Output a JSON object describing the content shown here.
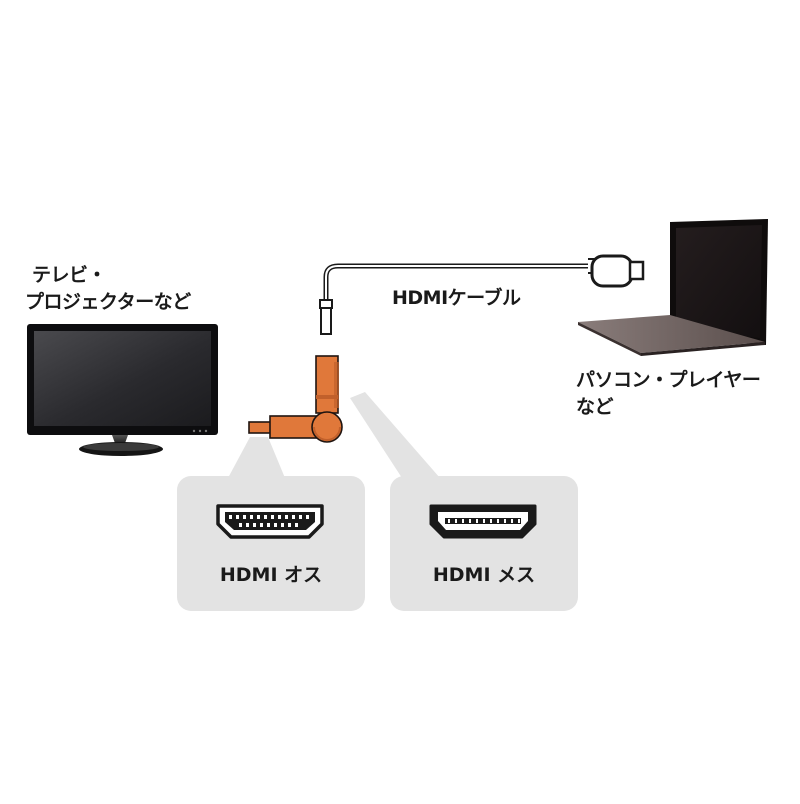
{
  "labels": {
    "tv_line1": "テレビ・",
    "tv_line2": "プロジェクターなど",
    "cable": "HDMIケーブル",
    "pc_line1": "パソコン・プレイヤー",
    "pc_line2": "など"
  },
  "cards": {
    "male": {
      "label": "HDMI オス"
    },
    "female": {
      "label": "HDMI メス"
    }
  },
  "colors": {
    "adapter_orange": "#e0783a",
    "card_gray": "#e3e3e3",
    "callout_gray": "#e3e3e3",
    "screen_dark": "#2a2a2c",
    "text": "#1a1a1a"
  }
}
